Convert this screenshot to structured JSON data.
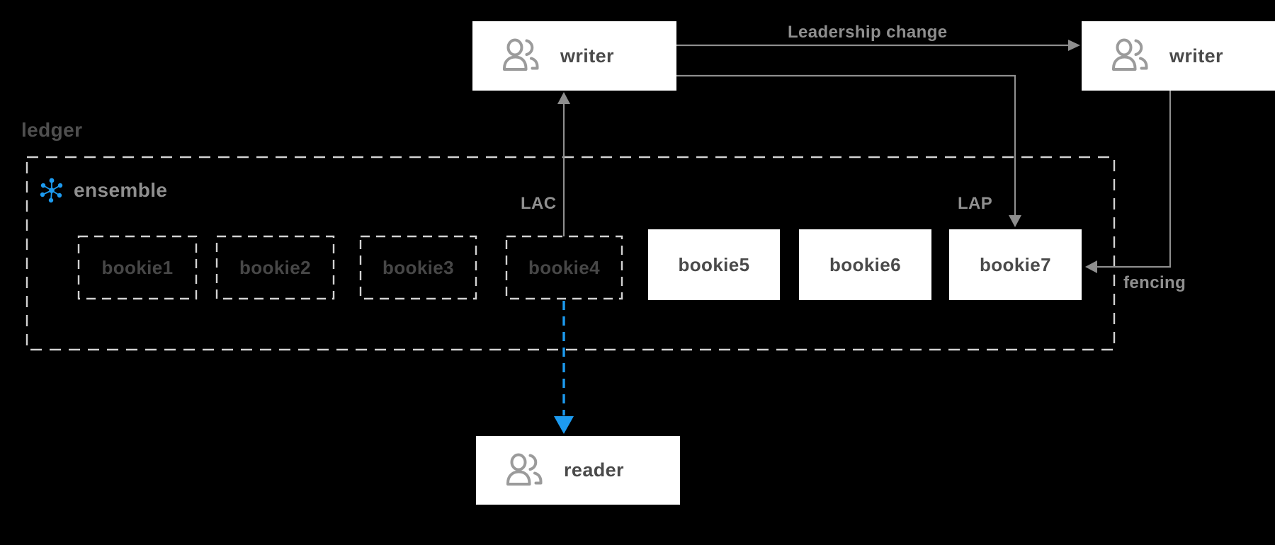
{
  "colors": {
    "background": "#000000",
    "node_bg": "#ffffff",
    "node_text": "#4a4a4a",
    "inactive_node_text": "#474747",
    "ledger_title_text": "#4f4f4f",
    "muted_label_text": "#8f8f8f",
    "connector_grey": "#8e8e8e",
    "dashed_border": "#d2d2d2",
    "accent_blue": "#1d9bf0",
    "icon_grey": "#9b9b9b"
  },
  "nodes": {
    "writer_top": {
      "label": "writer",
      "icon": "users-icon"
    },
    "writer_new": {
      "label": "writer",
      "icon": "users-icon"
    },
    "reader": {
      "label": "reader",
      "icon": "users-icon"
    },
    "ledger": {
      "label": "ledger"
    },
    "ensemble": {
      "label": "ensemble",
      "icon": "cluster-icon"
    },
    "bookies": [
      {
        "label": "bookie1",
        "state": "original"
      },
      {
        "label": "bookie2",
        "state": "original"
      },
      {
        "label": "bookie3",
        "state": "original"
      },
      {
        "label": "bookie4",
        "state": "original"
      },
      {
        "label": "bookie5",
        "state": "current"
      },
      {
        "label": "bookie6",
        "state": "current"
      },
      {
        "label": "bookie7",
        "state": "current"
      }
    ]
  },
  "edges": {
    "leadership_change": {
      "label": "Leadership change"
    },
    "lac": {
      "label": "LAC"
    },
    "lap": {
      "label": "LAP"
    },
    "fencing": {
      "label": "fencing"
    }
  }
}
